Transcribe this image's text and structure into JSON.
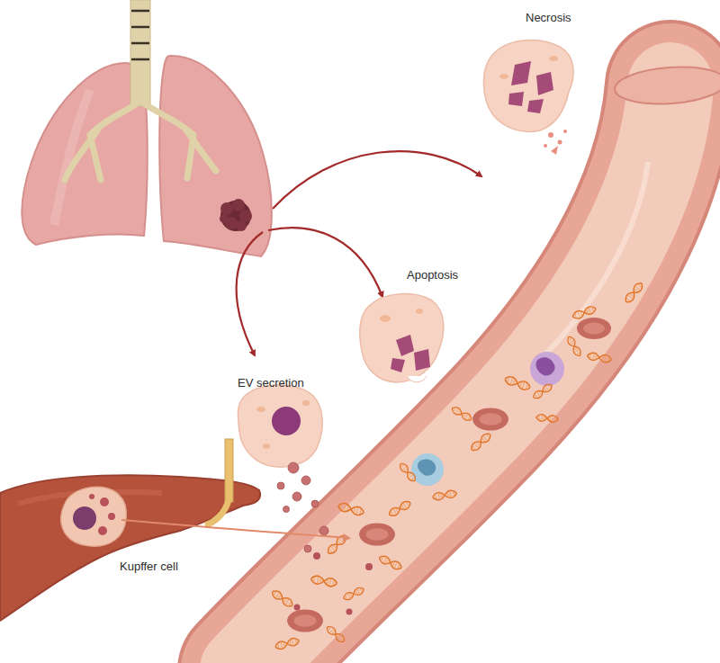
{
  "diagram": {
    "labels": [
      "Necrosis",
      "Apoptosis",
      "EV secretion",
      "Kupffer cell"
    ]
  }
}
